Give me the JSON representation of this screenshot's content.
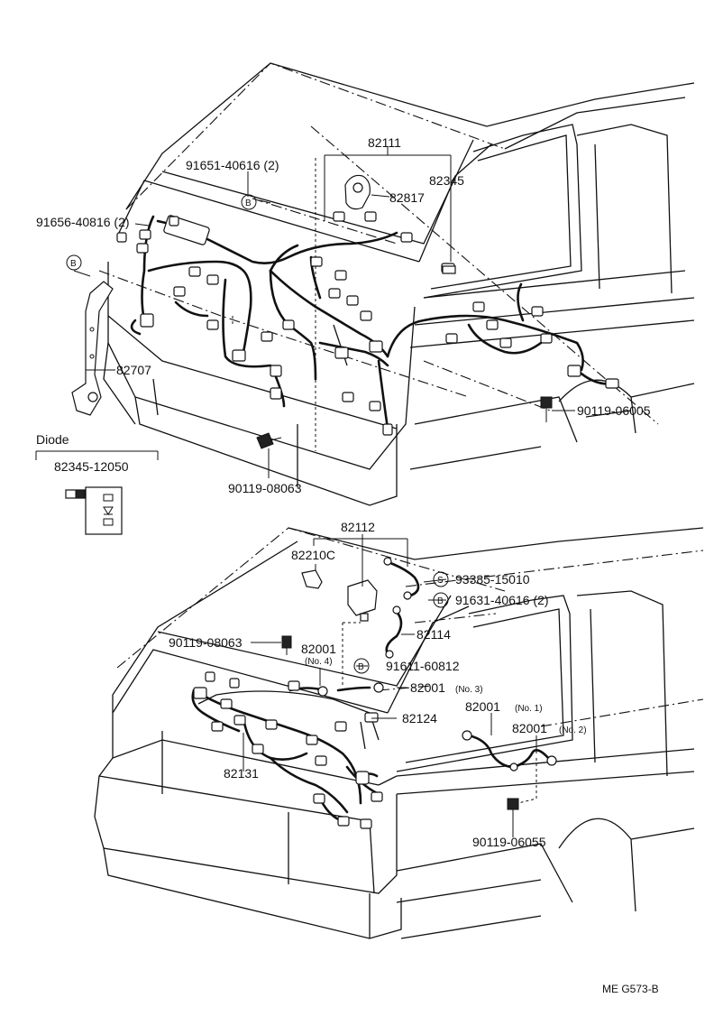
{
  "upper": {
    "p82111": "82111",
    "p82345": "82345",
    "p82817": "82817",
    "p91651": "91651-40616 (2)",
    "p91656": "91656-40816 (2)",
    "p82707": "82707",
    "p90119_06005": "90119-06005",
    "p90119_08063": "90119-08063",
    "badge_b1": "B",
    "badge_b2": "B"
  },
  "diode": {
    "title": "Diode",
    "part": "82345-12050"
  },
  "lower": {
    "p82112": "82112",
    "p82210c": "82210C",
    "p93385": "93385-15010",
    "p91631": "91631-40616 (2)",
    "p90119_08063": "90119-08063",
    "p82114": "82114",
    "p82001_no4": "82001",
    "no4": "(No. 4)",
    "p91611": "91611-60812",
    "p82001_no3": "82001",
    "no3": "(No. 3)",
    "p82001_no1": "82001",
    "no1": "(No. 1)",
    "p82001_no2": "82001",
    "no2": "(No. 2)",
    "p82124": "82124",
    "p82131": "82131",
    "p90119_06055": "90119-06055",
    "badge_s": "S",
    "badge_b3": "B",
    "badge_b4": "B"
  },
  "footer": {
    "code": "ME  G573-B"
  }
}
